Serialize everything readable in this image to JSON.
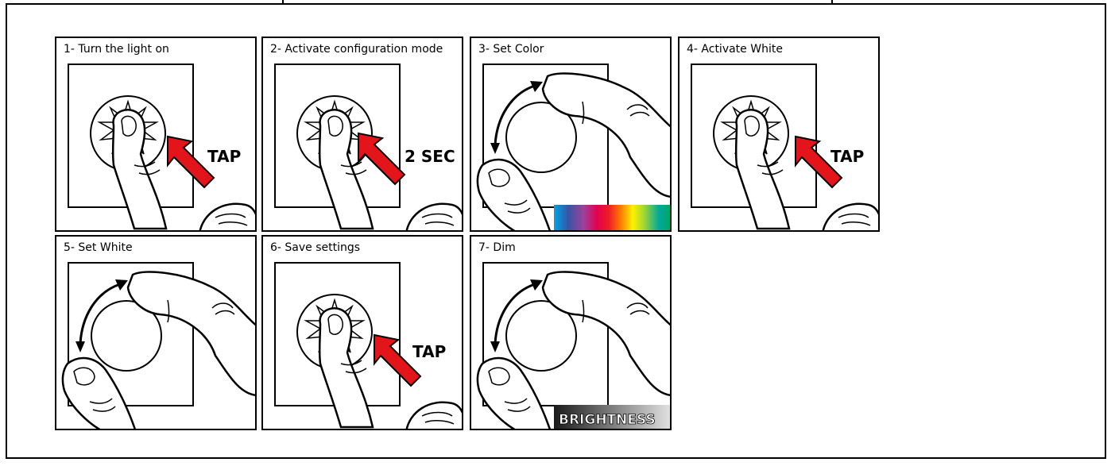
{
  "steps": [
    {
      "title": "1- Turn the light on",
      "action": "TAP"
    },
    {
      "title": "2- Activate configuration mode",
      "action": "2 SEC"
    },
    {
      "title": "3- Set Color"
    },
    {
      "title": "4- Activate White",
      "action": "TAP"
    },
    {
      "title": "5- Set White"
    },
    {
      "title": "6- Save settings",
      "action": "TAP"
    },
    {
      "title": "7- Dim",
      "bar_label": "BRIGHTNESS"
    }
  ],
  "colors": {
    "arrow_fill": "#e4141b",
    "spectrum": [
      "#00a3e8",
      "#3a54a4",
      "#a0409a",
      "#e4004f",
      "#ee1d24",
      "#ff7a00",
      "#fff200",
      "#9bd53a",
      "#00a99d",
      "#00a651"
    ],
    "brightness": [
      "#1a1a1a",
      "#8a8a8a",
      "#e6e6e6"
    ]
  }
}
